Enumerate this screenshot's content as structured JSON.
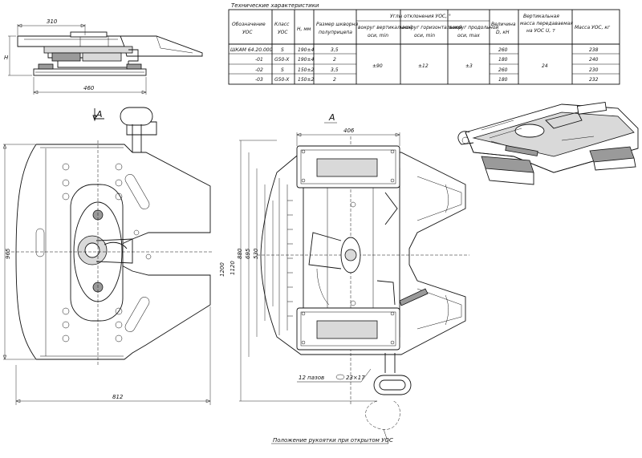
{
  "table": {
    "caption": "Технические характеристики",
    "headers": {
      "designation": "Обозначение УОС",
      "class": "Класс УОС",
      "h": "H, мм",
      "pin_size": "Размер шкворня полуприцепа",
      "angles_group": "Углы отклонения УОС, °",
      "angle_vertical": "вокруг вертикальной оси, min",
      "angle_horizontal": "вокруг горизонтальной оси, min",
      "angle_longitudinal": "вокруг продольной оси, max",
      "d_value": "Величина D, кН",
      "vertical_mass": "Вертикальная масса передаваемая на УОС U, т",
      "mass": "Масса УОС, кг"
    },
    "rows": [
      {
        "designation": "ШКАМ 64.20.000",
        "class": "S",
        "h": "190±4",
        "pin": "3,5",
        "d": "260",
        "mass": "238"
      },
      {
        "designation": "-01",
        "class": "G50-X",
        "h": "190±4",
        "pin": "2",
        "d": "180",
        "mass": "240"
      },
      {
        "designation": "-02",
        "class": "S",
        "h": "150±2",
        "pin": "3,5",
        "d": "260",
        "mass": "230"
      },
      {
        "designation": "-03",
        "class": "G50-X",
        "h": "150±2",
        "pin": "2",
        "d": "180",
        "mass": "232"
      }
    ],
    "merged": {
      "angle_vertical": "±90",
      "angle_horizontal": "±12",
      "angle_longitudinal": "±3",
      "vertical_mass": "24"
    }
  },
  "dimensions": {
    "side_top_width": "310",
    "side_height": "H",
    "side_base_width": "460",
    "plan_width": "812",
    "plan_height": "965",
    "bottom_top_width": "406",
    "bottom_height_outer": "1200",
    "bottom_height_1": "1120",
    "bottom_height_2": "880",
    "bottom_height_3": "695",
    "bottom_height_4": "530",
    "slots_note": "12 пазов",
    "slots_size": "23×17"
  },
  "labels": {
    "view_a_arrow": "A",
    "view_a_title": "A",
    "handle_note": "Положение рукоятки при открытом УОС"
  }
}
